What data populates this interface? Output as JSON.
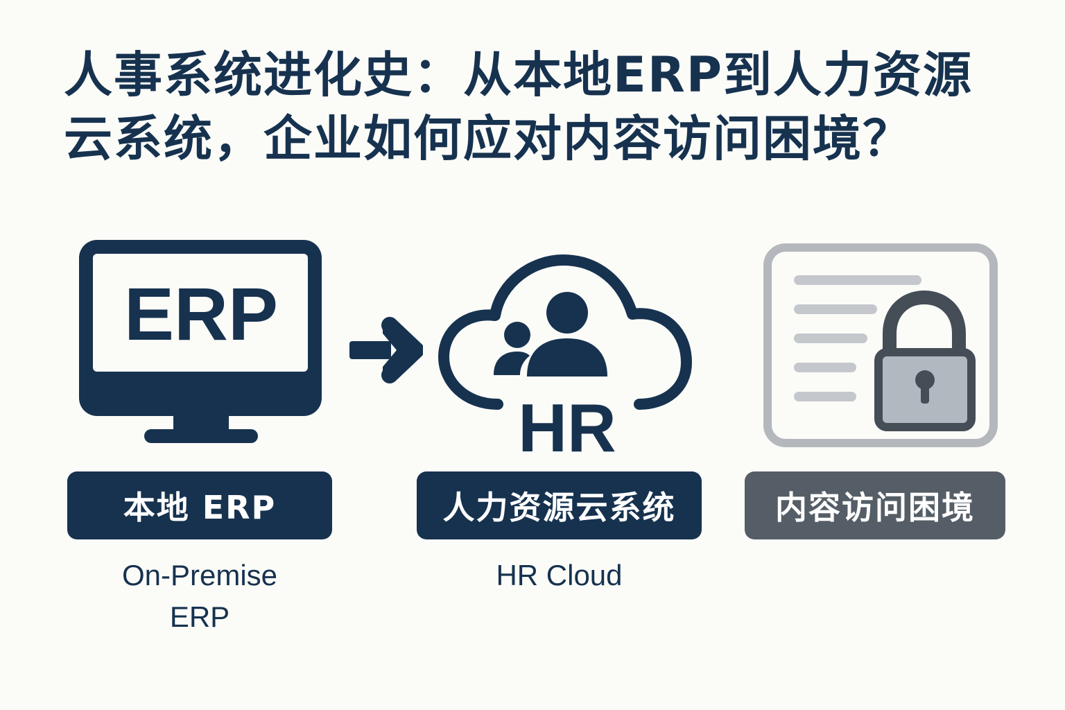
{
  "title": {
    "line1": "人事系统进化史：从本地ERP到人力资源",
    "line2": "云系统，企业如何应对内容访问困境？"
  },
  "stages": [
    {
      "icon": "monitor-icon",
      "icon_text": "ERP",
      "label": "本地 ERP",
      "subtitle_line1": "On-Premise",
      "subtitle_line2": "ERP"
    },
    {
      "icon": "cloud-people-icon",
      "icon_text": "HR",
      "label": "人力资源云系统",
      "subtitle_line1": "HR Cloud"
    },
    {
      "icon": "locked-document-icon",
      "label": "内容访问困境"
    }
  ],
  "colors": {
    "navy": "#16324f",
    "grey_label": "#555d66",
    "lock_body": "#b2b8bf",
    "document_border": "#b4b8bd",
    "background": "#fbfbf8"
  }
}
